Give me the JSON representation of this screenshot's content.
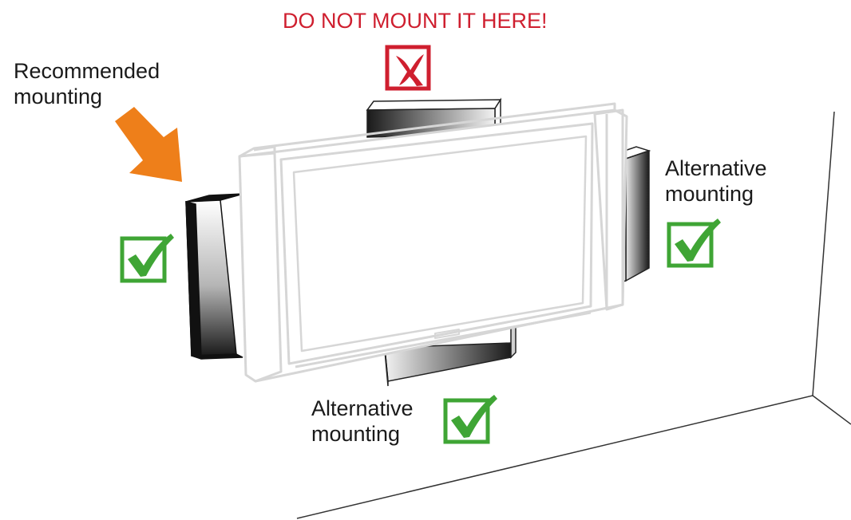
{
  "warning": {
    "text": "DO NOT MOUNT IT HERE!",
    "color": "#cf1f2f",
    "icon": "cross-in-box-icon"
  },
  "recommended": {
    "line1": "Recommended",
    "line2": "mounting",
    "arrow_color": "#ee7f1a",
    "icon": "checkmark-in-box-icon"
  },
  "alternative_right": {
    "line1": "Alternative",
    "line2": "mounting",
    "icon": "checkmark-in-box-icon"
  },
  "alternative_bottom": {
    "line1": "Alternative",
    "line2": "mounting",
    "icon": "checkmark-in-box-icon"
  },
  "colors": {
    "check_green": "#3fa535",
    "cross_red": "#cf1f2f",
    "tv_outline": "#d6d6d6"
  }
}
